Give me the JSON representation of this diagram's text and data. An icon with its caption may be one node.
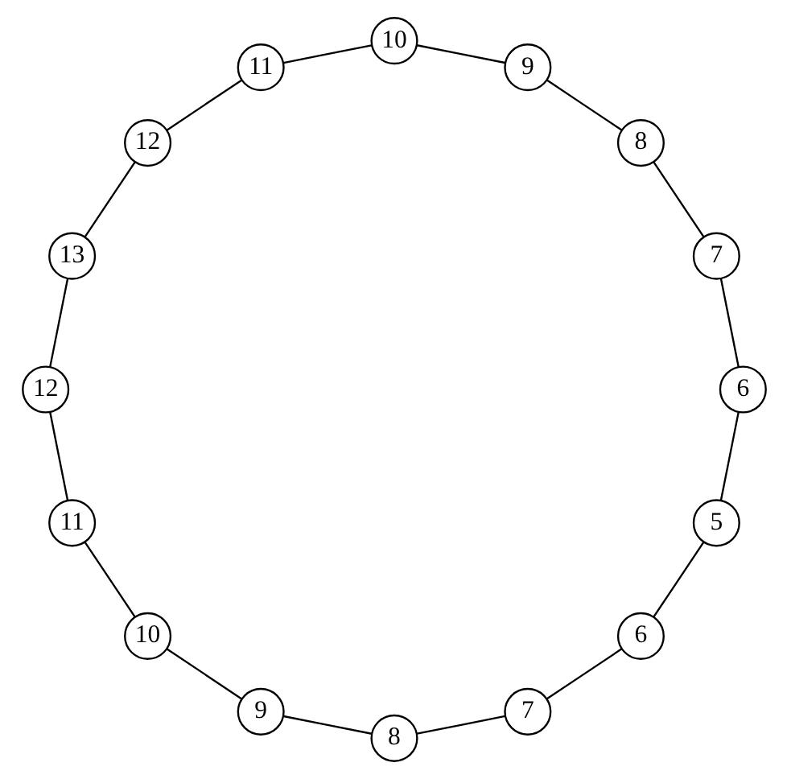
{
  "diagram": {
    "nodes": [
      {
        "text": [
          "5"
        ]
      },
      {
        "text": [
          "6"
        ]
      },
      {
        "text": [
          "7"
        ]
      },
      {
        "text": [
          "8"
        ]
      },
      {
        "text": [
          "9"
        ]
      },
      {
        "text": [
          "10"
        ]
      },
      {
        "text": [
          "11"
        ]
      },
      {
        "text": [
          "12"
        ]
      },
      {
        "text": [
          "13"
        ]
      },
      {
        "text": [
          "12"
        ]
      },
      {
        "text": [
          "11"
        ]
      },
      {
        "text": [
          "10"
        ]
      },
      {
        "text": [
          "9"
        ]
      },
      {
        "text": [
          "8"
        ]
      },
      {
        "text": [
          "7"
        ]
      },
      {
        "text": [
          "6"
        ]
      }
    ],
    "edges": [
      {
        "from": 0,
        "to": 1,
        "arrow": "none"
      },
      {
        "from": 1,
        "to": 2,
        "arrow": "none"
      },
      {
        "from": 2,
        "to": 3,
        "arrow": "none"
      },
      {
        "from": 3,
        "to": 4,
        "arrow": "none"
      },
      {
        "from": 4,
        "to": 5,
        "arrow": "none"
      },
      {
        "from": 5,
        "to": 6,
        "arrow": "none"
      },
      {
        "from": 6,
        "to": 7,
        "arrow": "none"
      },
      {
        "from": 7,
        "to": 8,
        "arrow": "none"
      },
      {
        "from": 8,
        "to": 9,
        "arrow": "none"
      },
      {
        "from": 9,
        "to": 10,
        "arrow": "none"
      },
      {
        "from": 10,
        "to": 11,
        "arrow": "none"
      },
      {
        "from": 11,
        "to": 12,
        "arrow": "none"
      },
      {
        "from": 12,
        "to": 13,
        "arrow": "none"
      },
      {
        "from": 13,
        "to": 14,
        "arrow": "none"
      },
      {
        "from": 14,
        "to": 15,
        "arrow": "none"
      },
      {
        "from": 15,
        "to": 0,
        "arrow": "none"
      }
    ]
  }
}
